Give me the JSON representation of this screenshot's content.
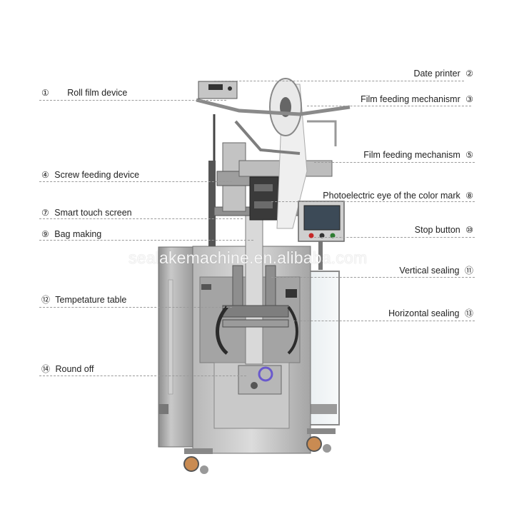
{
  "labels": {
    "l1": {
      "num": "①",
      "text": "Roll film device"
    },
    "l2": {
      "num": "②",
      "text": "Date printer"
    },
    "l3": {
      "num": "③",
      "text": "Film feeding mechanismr"
    },
    "l4": {
      "num": "④",
      "text": "Screw feeding device"
    },
    "l5": {
      "num": "⑤",
      "text": "Film feeding mechanism"
    },
    "l7": {
      "num": "⑦",
      "text": "Smart touch screen"
    },
    "l8": {
      "num": "⑧",
      "text": "Photoelectric eye of the color mark"
    },
    "l9": {
      "num": "⑨",
      "text": "Bag making"
    },
    "l10": {
      "num": "⑩",
      "text": "Stop button"
    },
    "l11": {
      "num": "⑪",
      "text": "Vertical sealing"
    },
    "l12": {
      "num": "⑫",
      "text": "Tempetature table"
    },
    "l13": {
      "num": "⑬",
      "text": "Horizontal sealing"
    },
    "l14": {
      "num": "⑭",
      "text": "Round off"
    }
  },
  "watermark": "sealakemachine.en.alibaba.com"
}
